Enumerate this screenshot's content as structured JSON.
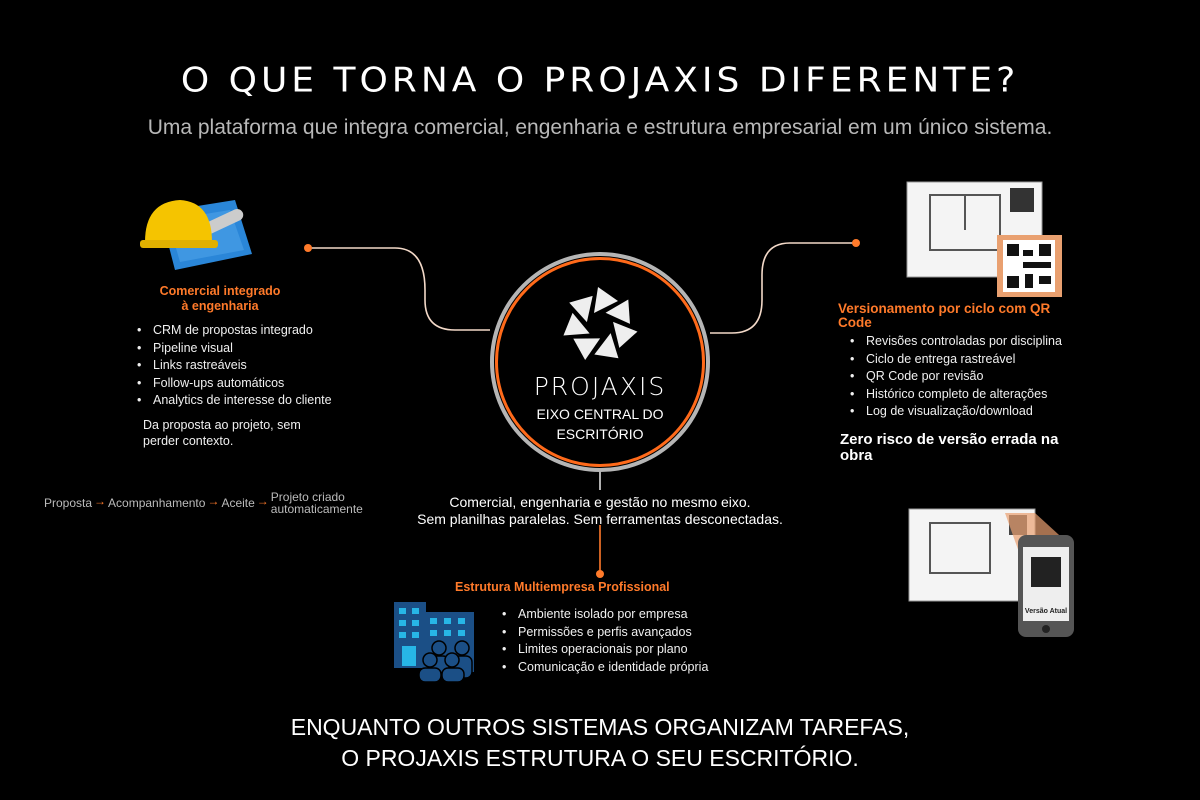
{
  "header": {
    "title": "O QUE TORNA O PROJAXIS DIFERENTE?",
    "subtitle": "Uma plataforma que integra comercial, engenharia e estrutura empresarial em um único sistema."
  },
  "center": {
    "brand": "PROJAXIS",
    "tagline_line1": "EIXO CENTRAL DO",
    "tagline_line2": "ESCRITÓRIO",
    "logo_icon": "aperture-icon",
    "caption_line1": "Comercial, engenharia e gestão no mesmo eixo.",
    "caption_line2": "Sem planilhas paralelas. Sem ferramentas desconectadas."
  },
  "left": {
    "icon": "hardhat-blueprint-icon",
    "title_line1": "Comercial integrado",
    "title_line2": "à engenharia",
    "items": [
      "CRM de propostas integrado",
      "Pipeline visual",
      "Links rastreáveis",
      "Follow-ups automáticos",
      "Analytics de interesse do cliente"
    ],
    "note_line1": "Da proposta ao projeto, sem",
    "note_line2": "perder contexto.",
    "flow": [
      "Proposta",
      "Acompanhamento",
      "Aceite"
    ],
    "flow_last_line1": "Projeto criado",
    "flow_last_line2": "automaticamente"
  },
  "right": {
    "icon": "blueprint-qr-icon",
    "title_line1": "Versionamento por ciclo com QR",
    "title_line2": "Code",
    "items": [
      "Revisões controladas por disciplina",
      "Ciclo de entrega rastreável",
      "QR Code por revisão",
      "Histórico completo de alterações",
      "Log de visualização/download"
    ],
    "highlight_line1": "Zero risco de versão errada na",
    "highlight_line2": "obra",
    "phone_label": "Versão Atual"
  },
  "bottom": {
    "icon": "buildings-people-icon",
    "title": "Estrutura Multiempresa Profissional",
    "items": [
      "Ambiente isolado por empresa",
      "Permissões e perfis avançados",
      "Limites operacionais por plano",
      "Comunicação e identidade própria"
    ]
  },
  "footer": {
    "line1": "ENQUANTO OUTROS SISTEMAS ORGANIZAM TAREFAS,",
    "line2": "O PROJAXIS ESTRUTURA O SEU ESCRITÓRIO."
  },
  "colors": {
    "accent": "#ff7a2a",
    "background": "#000000",
    "ring": "#b5b5b5",
    "icon_blue": "#1b4f86"
  }
}
